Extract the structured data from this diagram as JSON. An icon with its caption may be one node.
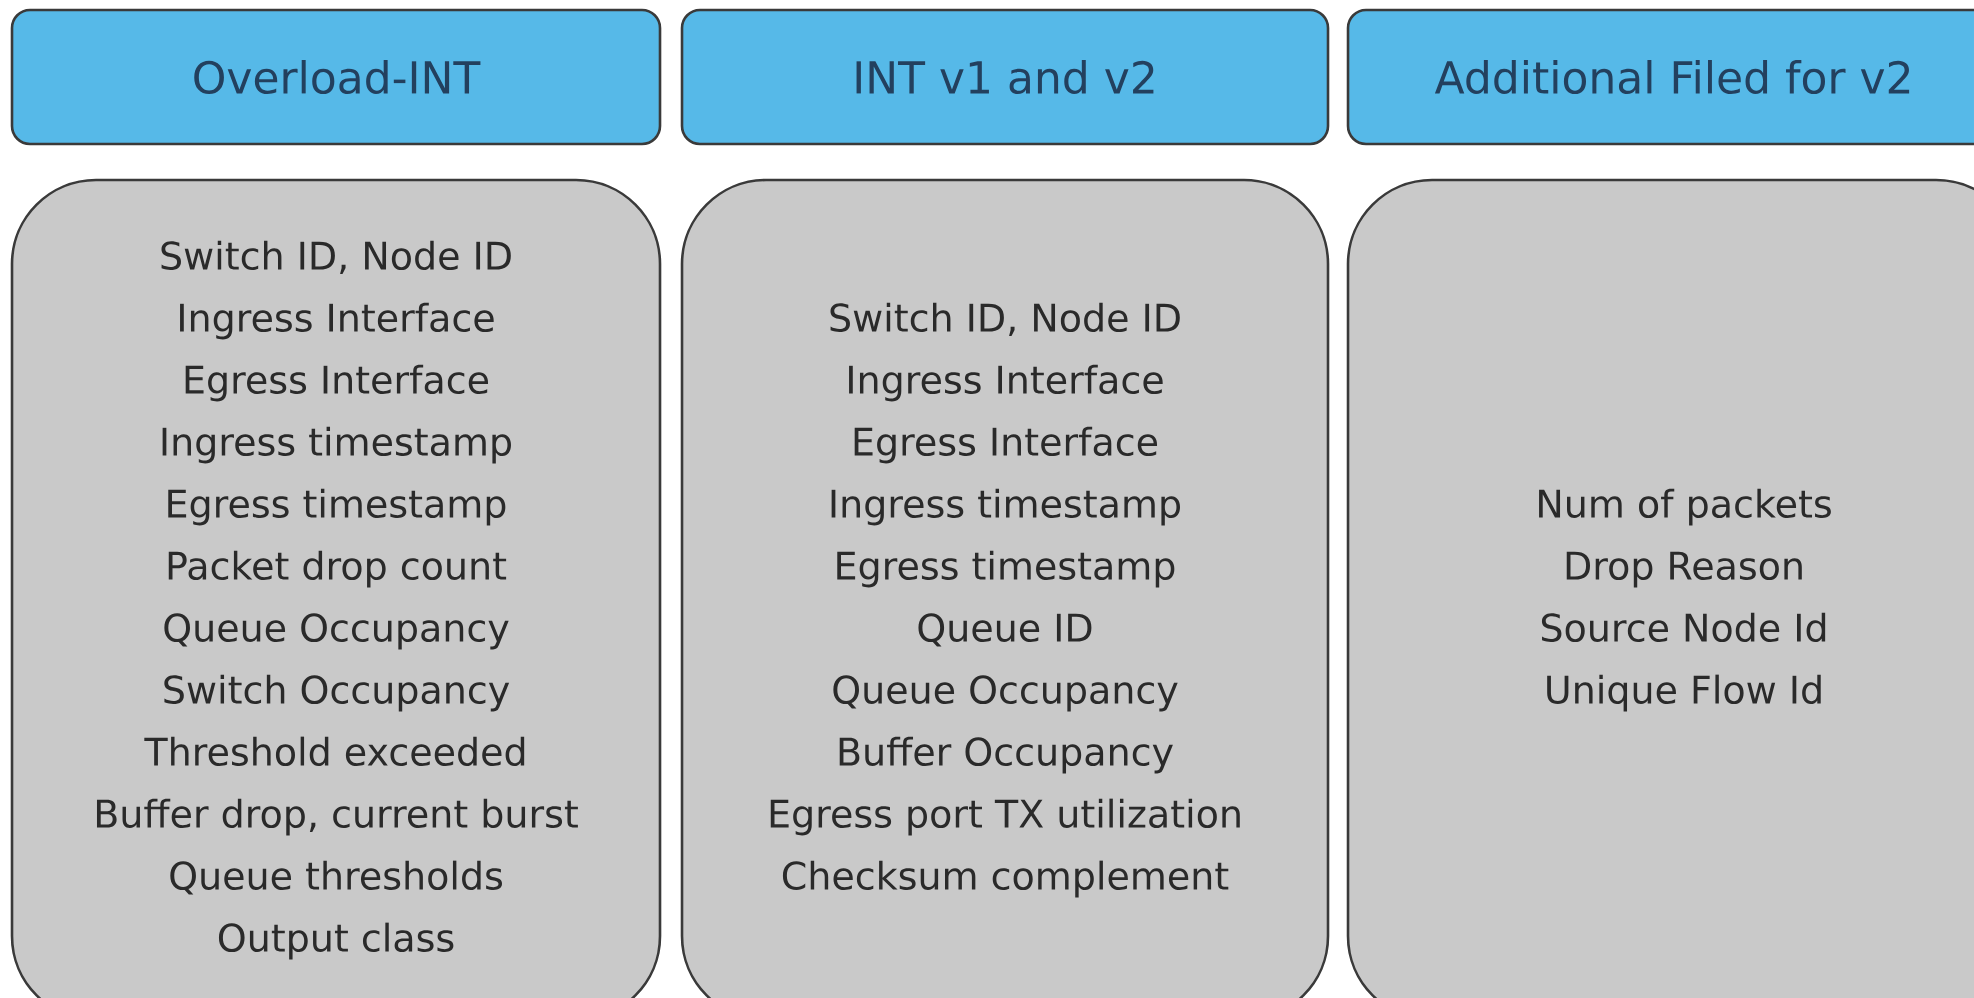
{
  "diagram": {
    "nodes": [
      {
        "text": [
          "Overload-INT"
        ]
      },
      {
        "text": [
          "INT v1 and v2"
        ]
      },
      {
        "text": [
          "Additional Filed for v2"
        ]
      },
      {
        "text": [
          "Switch ID, Node ID",
          "Ingress Interface",
          "Egress Interface",
          "Ingress timestamp",
          "Egress timestamp",
          "Packet drop count",
          "Queue Occupancy",
          "Switch Occupancy",
          "Threshold exceeded",
          "Buffer drop, current burst",
          "Queue thresholds",
          "Output class"
        ]
      },
      {
        "text": [
          "Switch ID, Node ID",
          "Ingress Interface",
          "Egress Interface",
          "Ingress timestamp",
          "Egress timestamp",
          "Queue ID",
          "Queue Occupancy",
          "Buffer Occupancy",
          "Egress port TX utilization",
          "Checksum complement"
        ]
      },
      {
        "text": [
          "Num of packets",
          "Drop Reason",
          "Source Node Id",
          "Unique Flow Id"
        ]
      }
    ]
  }
}
